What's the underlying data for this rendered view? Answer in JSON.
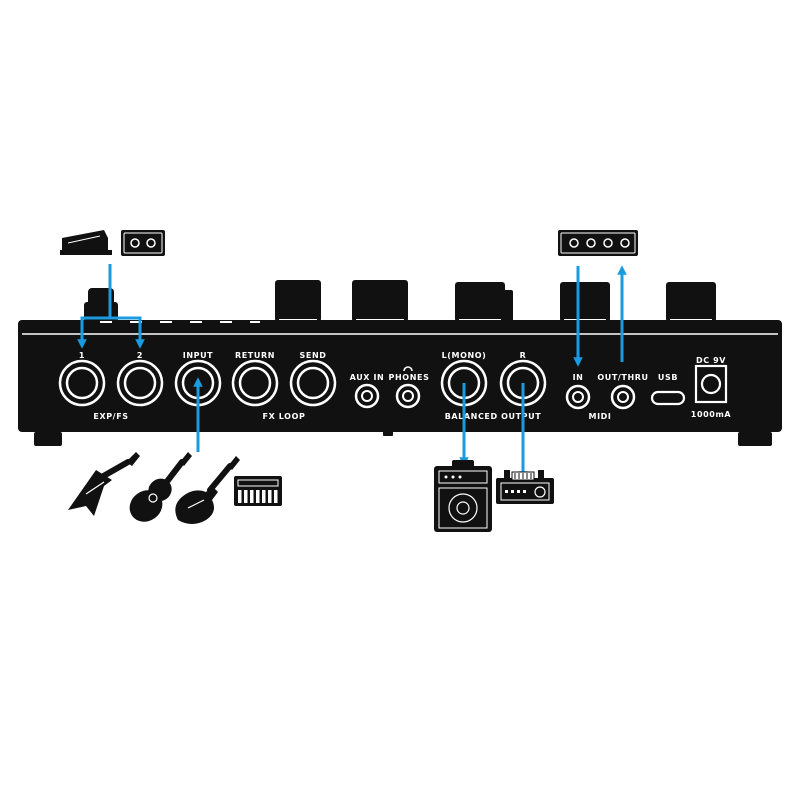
{
  "colors": {
    "panel": "#111111",
    "arrow": "#1a9be0",
    "outline": "#ffffff",
    "background": "#ffffff"
  },
  "labels": {
    "exp1": "1",
    "exp2": "2",
    "exp_group": "EXP/FS",
    "input": "INPUT",
    "return": "RETURN",
    "send": "SEND",
    "fx_group": "FX LOOP",
    "aux_in": "AUX IN",
    "phones": "PHONES",
    "l_mono": "L(MONO)",
    "r": "R",
    "balanced_group": "BALANCED OUTPUT",
    "midi_in": "IN",
    "midi_out": "OUT/THRU",
    "midi_group": "MIDI",
    "usb": "USB",
    "dc": "DC 9V",
    "dc_current": "1000mA"
  },
  "icons": {
    "expression_pedal": "expression-pedal-icon",
    "dual_footswitch": "dual-footswitch-icon",
    "midi_controller": "midi-controller-icon",
    "electric_guitar_v": "electric-guitar-v-icon",
    "acoustic_guitar": "acoustic-guitar-icon",
    "bass_guitar": "bass-guitar-icon",
    "keyboard": "keyboard-icon",
    "amplifier": "amplifier-icon",
    "mixer_interface": "mixer-interface-icon"
  }
}
